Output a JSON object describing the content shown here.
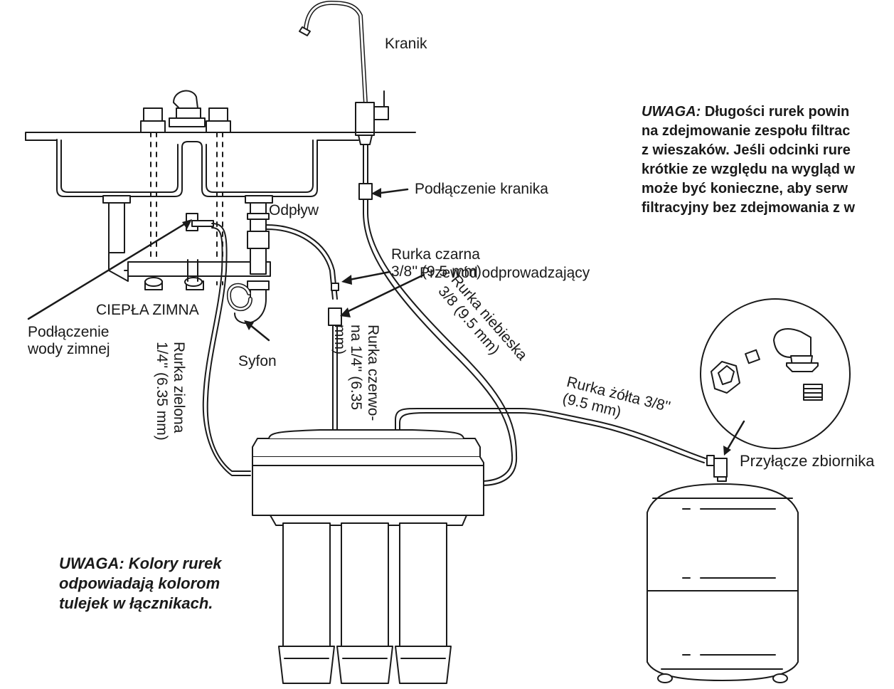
{
  "labels": {
    "kranik": "Kranik",
    "podlaczenie_kranika": "Podłączenie kranika",
    "odplyw": "Odpływ",
    "rurka_czarna": "Rurka czarna\n3/8'' (9.5 mm)",
    "przewod_odprowadzajacy": "Przewód odprowadzający",
    "ciepla_zimna": "CIEPŁA ZIMNA",
    "podlaczenie_wody_zimnej": "Podłączenie\nwody zimnej",
    "syfon": "Syfon",
    "rurka_zielona": "Rurka zielona\n1/4'' (6.35 mm)",
    "rurka_czerwona": "Rurka czerwo-\nna 1/4'' (6.35\nmm)",
    "rurka_niebieska": "Rurka niebieska\n3/8 (9.5 mm)",
    "rurka_zolta": "Rurka żółta 3/8''\n(9.5 mm)",
    "przylacze_zbiornika": "Przyłącze zbiornika"
  },
  "note_right": {
    "prefix": "UWAGA:",
    "line1": " Długości rurek powin",
    "line2": "na zdejmowanie zespołu filtrac",
    "line3": "z wieszaków. Jeśli odcinki rure",
    "line4": "krótkie ze względu na wygląd w",
    "line5": "może być konieczne, aby serw",
    "line6": "filtracyjny bez zdejmowania z w"
  },
  "note_left": {
    "line1": "UWAGA: Kolory rurek",
    "line2": "odpowiadają kolorom",
    "line3": "tulejek w łącznikach."
  },
  "colors": {
    "stroke": "#1a1a1a",
    "background": "#ffffff"
  }
}
